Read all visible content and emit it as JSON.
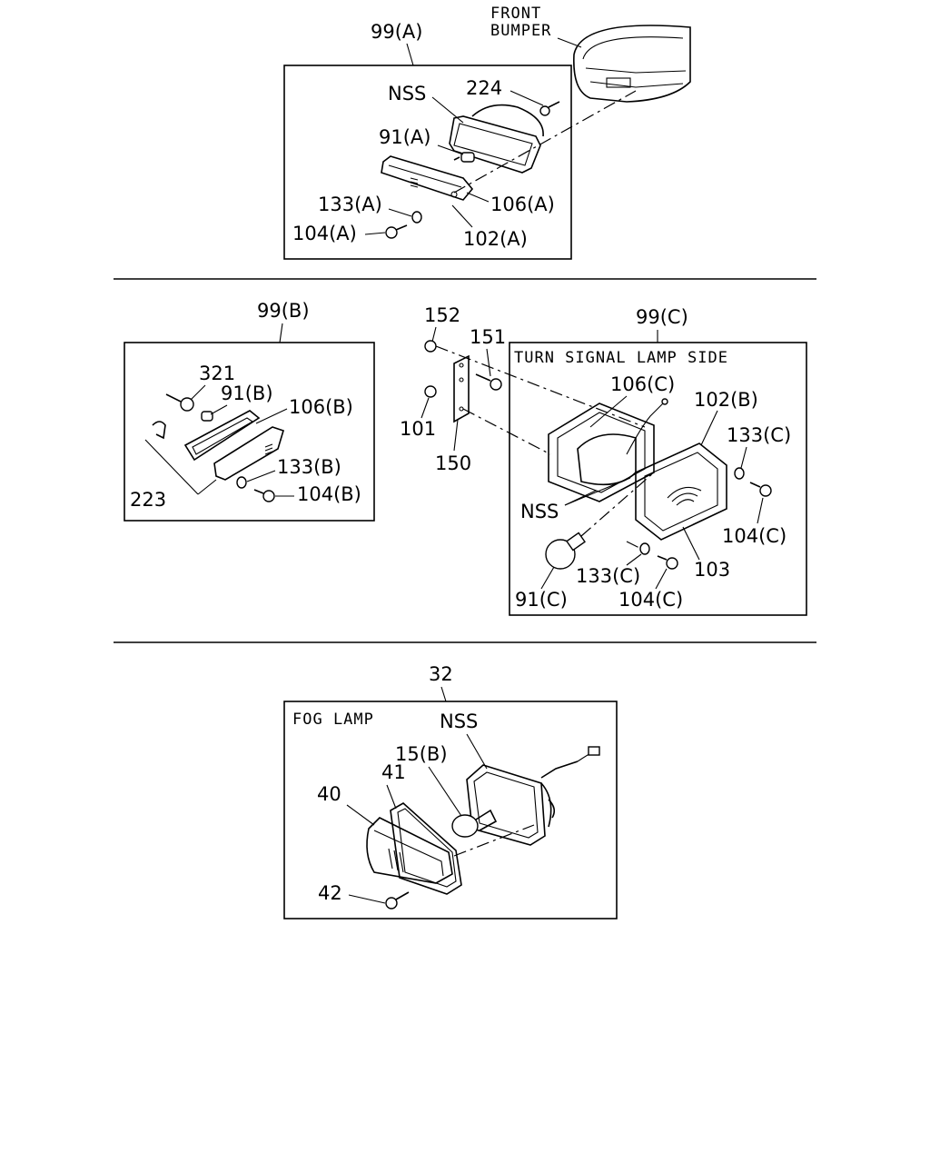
{
  "sections": {
    "a": {
      "group_label": "99(A)",
      "parts": {
        "nss": "NSS",
        "p224": "224",
        "p91a": "91(A)",
        "p106a": "106(A)",
        "p133a": "133(A)",
        "p104a": "104(A)",
        "p102a": "102(A)"
      }
    },
    "front_bumper": {
      "line1": "FRONT",
      "line2": "BUMPER"
    },
    "b": {
      "group_label": "99(B)",
      "parts": {
        "p321": "321",
        "p91b": "91(B)",
        "p106b": "106(B)",
        "p133b": "133(B)",
        "p104b": "104(B)",
        "p223": "223"
      }
    },
    "bracket": {
      "parts": {
        "p152": "152",
        "p151": "151",
        "p101": "101",
        "p150": "150"
      }
    },
    "c": {
      "group_label": "99(C)",
      "caption": "TURN SIGNAL LAMP SIDE",
      "parts": {
        "p106c": "106(C)",
        "p102b": "102(B)",
        "p133c_top": "133(C)",
        "nss": "NSS",
        "p104c_right": "104(C)",
        "p103": "103",
        "p133c_bottom": "133(C)",
        "p91c": "91(C)",
        "p104c_bottom": "104(C)"
      }
    },
    "fog": {
      "group_label": "32",
      "caption": "FOG LAMP",
      "parts": {
        "nss": "NSS",
        "p15b": "15(B)",
        "p41": "41",
        "p40": "40",
        "p42": "42"
      }
    }
  }
}
